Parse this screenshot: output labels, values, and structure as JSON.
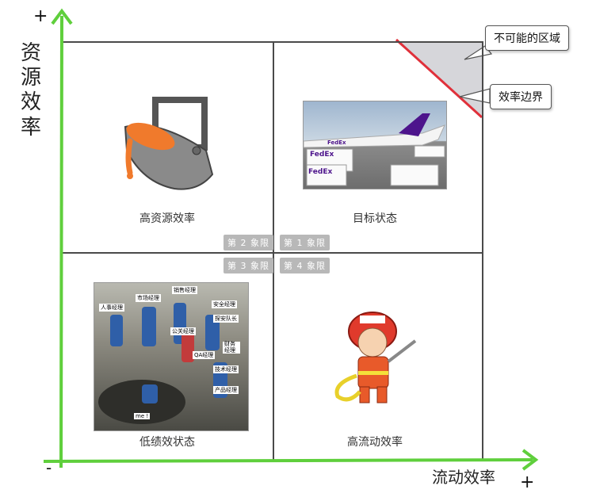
{
  "axes": {
    "y_label": "资源效率",
    "x_label": "流动效率",
    "y_plus": "+",
    "x_plus": "+",
    "origin_minus": "-"
  },
  "callouts": {
    "impossible": "不可能的区域",
    "frontier": "效率边界"
  },
  "quadrants": {
    "q2": {
      "label": "高资源效率",
      "tag": "第 2 象限"
    },
    "q1": {
      "label": "目标状态",
      "tag": "第 1 象限"
    },
    "q3": {
      "label": "低绩效状态",
      "tag": "第 3 象限"
    },
    "q4": {
      "label": "高流动效率",
      "tag": "第 4 象限"
    }
  },
  "fedex": {
    "brand": "FedEx"
  },
  "crowd": {
    "labels": [
      "人事经理",
      "市场经理",
      "销售经理",
      "安全经理",
      "公关经理",
      "探安队长",
      "QA经理",
      "财务经理",
      "技术经理",
      "产品经理",
      "me !"
    ]
  },
  "colors": {
    "axis_green": "#5fcf3c",
    "frontier_red": "#e0303a",
    "impossible_gray": "#d6d6da"
  }
}
